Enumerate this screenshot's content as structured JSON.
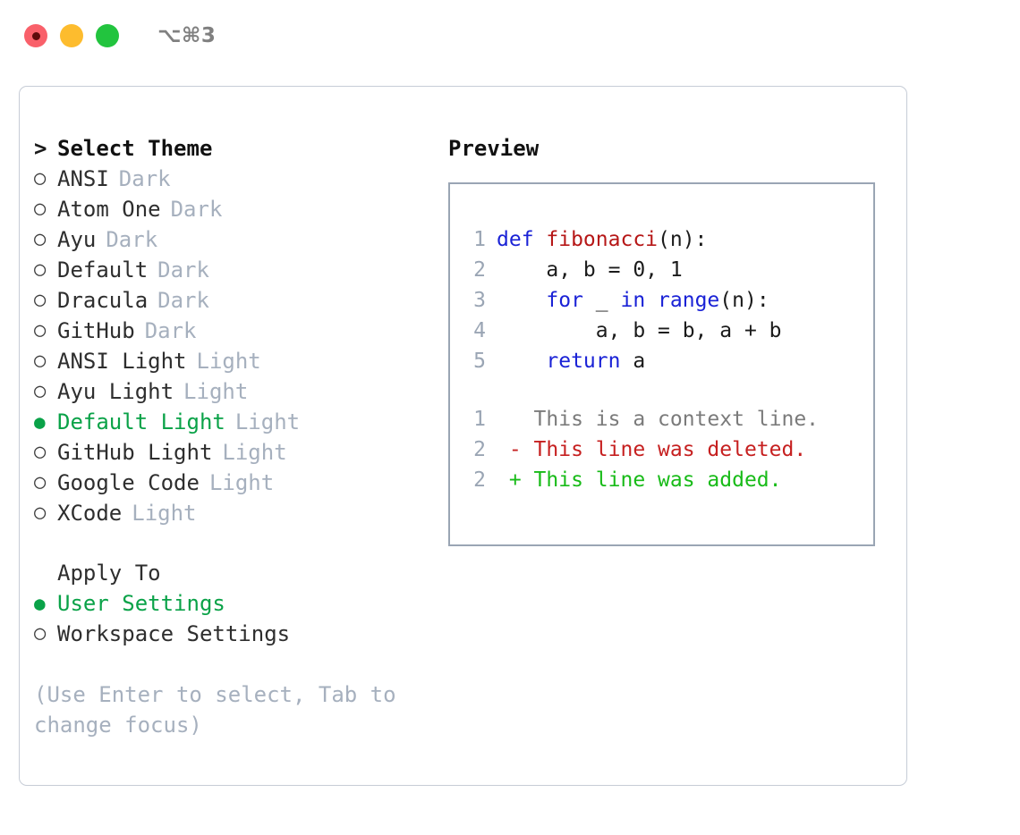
{
  "window": {
    "shortcut": "⌥⌘3",
    "traffic_lights": [
      {
        "name": "close-button",
        "color": "#f9606a"
      },
      {
        "name": "minimize-button",
        "color": "#fdbc2e"
      },
      {
        "name": "zoom-button",
        "color": "#22c43e"
      }
    ]
  },
  "colors": {
    "accent_green": "#0aa248",
    "muted": "#a6b0be",
    "text": "#2e2e2e",
    "keyword_blue": "#1a22d6",
    "function_red": "#b61717",
    "diff_delete": "#c62020",
    "diff_add": "#18bb18",
    "panel_border": "#c6ccd6",
    "preview_border": "#9aa5b4"
  },
  "theme_list": {
    "header": {
      "marker": ">",
      "label": "Select Theme"
    },
    "items": [
      {
        "marker": "○",
        "label": "ANSI",
        "tag": "Dark",
        "selected": false
      },
      {
        "marker": "○",
        "label": "Atom One",
        "tag": "Dark",
        "selected": false
      },
      {
        "marker": "○",
        "label": "Ayu",
        "tag": "Dark",
        "selected": false
      },
      {
        "marker": "○",
        "label": "Default",
        "tag": "Dark",
        "selected": false
      },
      {
        "marker": "○",
        "label": "Dracula",
        "tag": "Dark",
        "selected": false
      },
      {
        "marker": "○",
        "label": "GitHub",
        "tag": "Dark",
        "selected": false
      },
      {
        "marker": "○",
        "label": "ANSI Light",
        "tag": "Light",
        "selected": false
      },
      {
        "marker": "○",
        "label": "Ayu Light",
        "tag": "Light",
        "selected": false
      },
      {
        "marker": "●",
        "label": "Default Light",
        "tag": "Light",
        "selected": true
      },
      {
        "marker": "○",
        "label": "GitHub Light",
        "tag": "Light",
        "selected": false
      },
      {
        "marker": "○",
        "label": "Google Code",
        "tag": "Light",
        "selected": false
      },
      {
        "marker": "○",
        "label": "XCode",
        "tag": "Light",
        "selected": false
      }
    ]
  },
  "apply_to": {
    "header": {
      "label": "Apply To"
    },
    "items": [
      {
        "marker": "●",
        "label": "User Settings",
        "selected": true
      },
      {
        "marker": "○",
        "label": "Workspace Settings",
        "selected": false
      }
    ]
  },
  "hint": "(Use Enter to select, Tab to change focus)",
  "preview": {
    "title": "Preview",
    "code_lines": [
      {
        "number": "1",
        "segments": [
          {
            "text": "def ",
            "kind": "kw"
          },
          {
            "text": "fibonacci",
            "kind": "fn"
          },
          {
            "text": "(n):",
            "kind": "plain"
          }
        ]
      },
      {
        "number": "2",
        "segments": [
          {
            "text": "    a, b = 0, 1",
            "kind": "plain"
          }
        ]
      },
      {
        "number": "3",
        "segments": [
          {
            "text": "    ",
            "kind": "plain"
          },
          {
            "text": "for",
            "kind": "kw"
          },
          {
            "text": " _ ",
            "kind": "plain"
          },
          {
            "text": "in",
            "kind": "kw"
          },
          {
            "text": " ",
            "kind": "plain"
          },
          {
            "text": "range",
            "kind": "kw"
          },
          {
            "text": "(n):",
            "kind": "plain"
          }
        ]
      },
      {
        "number": "4",
        "segments": [
          {
            "text": "        a, b = b, a + b",
            "kind": "plain"
          }
        ]
      },
      {
        "number": "5",
        "segments": [
          {
            "text": "    ",
            "kind": "plain"
          },
          {
            "text": "return",
            "kind": "kw"
          },
          {
            "text": " a",
            "kind": "plain"
          }
        ]
      }
    ],
    "diff_lines": [
      {
        "number": "1",
        "segments": [
          {
            "text": "   This is a context line.",
            "kind": "ctx"
          }
        ]
      },
      {
        "number": "2",
        "segments": [
          {
            "text": " - This line was deleted.",
            "kind": "del"
          }
        ]
      },
      {
        "number": "2",
        "segments": [
          {
            "text": " + This line was added.",
            "kind": "add"
          }
        ]
      }
    ]
  }
}
